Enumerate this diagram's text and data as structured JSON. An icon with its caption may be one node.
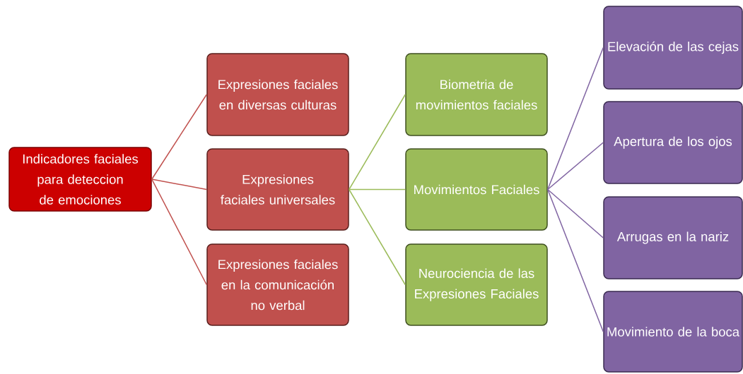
{
  "diagram": {
    "nodes": [
      {
        "text": [
          "Indicadores faciales para deteccion de emociones"
        ]
      },
      {
        "text": [
          "Expresiones faciales en diversas culturas"
        ]
      },
      {
        "text": [
          "Expresiones faciales universales"
        ]
      },
      {
        "text": [
          "Expresiones faciales en la comunicación no verbal"
        ]
      },
      {
        "text": [
          "Biometria de movimientos faciales"
        ]
      },
      {
        "text": [
          "Movimientos Faciales"
        ]
      },
      {
        "text": [
          "Neurociencia de las Expresiones Faciales"
        ]
      },
      {
        "text": [
          "Elevación de las cejas"
        ]
      },
      {
        "text": [
          "Apertura de los ojos"
        ]
      },
      {
        "text": [
          "Arrugas en la nariz"
        ]
      },
      {
        "text": [
          "Movimiento de la boca"
        ]
      }
    ],
    "edges": [
      {
        "from": 0,
        "to": 1,
        "arrow": "none",
        "color": "#c0504d"
      },
      {
        "from": 0,
        "to": 2,
        "arrow": "none",
        "color": "#c0504d"
      },
      {
        "from": 0,
        "to": 3,
        "arrow": "none",
        "color": "#c0504d"
      },
      {
        "from": 2,
        "to": 4,
        "arrow": "none",
        "color": "#9bbb59"
      },
      {
        "from": 2,
        "to": 5,
        "arrow": "none",
        "color": "#9bbb59"
      },
      {
        "from": 2,
        "to": 6,
        "arrow": "none",
        "color": "#9bbb59"
      },
      {
        "from": 5,
        "to": 7,
        "arrow": "none"
      },
      {
        "from": 5,
        "to": 8,
        "arrow": "none"
      },
      {
        "from": 5,
        "to": 9,
        "arrow": "none"
      },
      {
        "from": 5,
        "to": 10,
        "arrow": "none"
      }
    ]
  }
}
